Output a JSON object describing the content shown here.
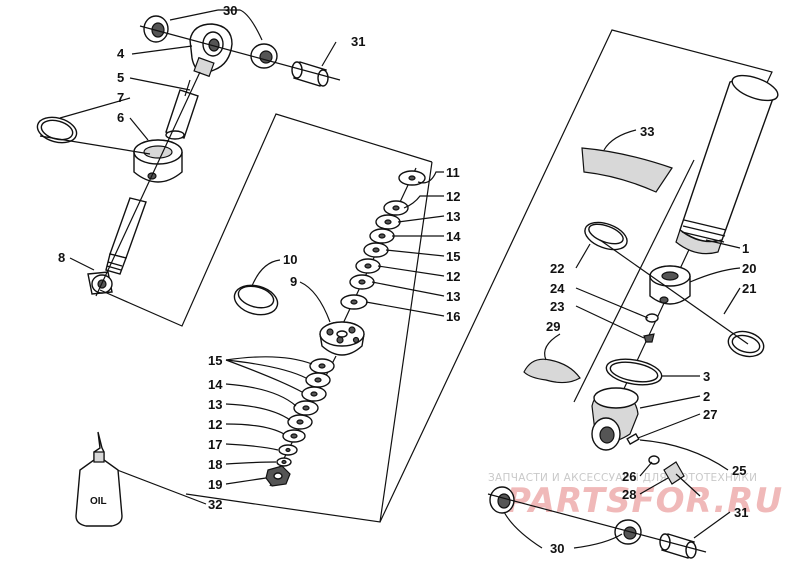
{
  "labels": {
    "l30a": "30",
    "l4": "4",
    "l31a": "31",
    "l5": "5",
    "l7": "7",
    "l6": "6",
    "l8": "8",
    "l11": "11",
    "l12a": "12",
    "l13a": "13",
    "l14a": "14",
    "l15a": "15",
    "l12b": "12",
    "l13b": "13",
    "l16": "16",
    "l10": "10",
    "l9": "9",
    "l15b": "15",
    "l14b": "14",
    "l13c": "13",
    "l12c": "12",
    "l17": "17",
    "l18": "18",
    "l19": "19",
    "l32": "32",
    "l33": "33",
    "l1": "1",
    "l22": "22",
    "l20": "20",
    "l24": "24",
    "l21": "21",
    "l23": "23",
    "l29": "29",
    "l3": "3",
    "l2": "2",
    "l27": "27",
    "l25": "25",
    "l26": "26",
    "l28": "28",
    "l31b": "31",
    "l30b": "30"
  },
  "bottle_text": "OIL",
  "watermark": {
    "line1": "ЗАПЧАСТИ И АКСЕССУАРЫ ДЛЯ МОТОТЕХНИКИ",
    "line2": "PARTSFOR.RU"
  }
}
